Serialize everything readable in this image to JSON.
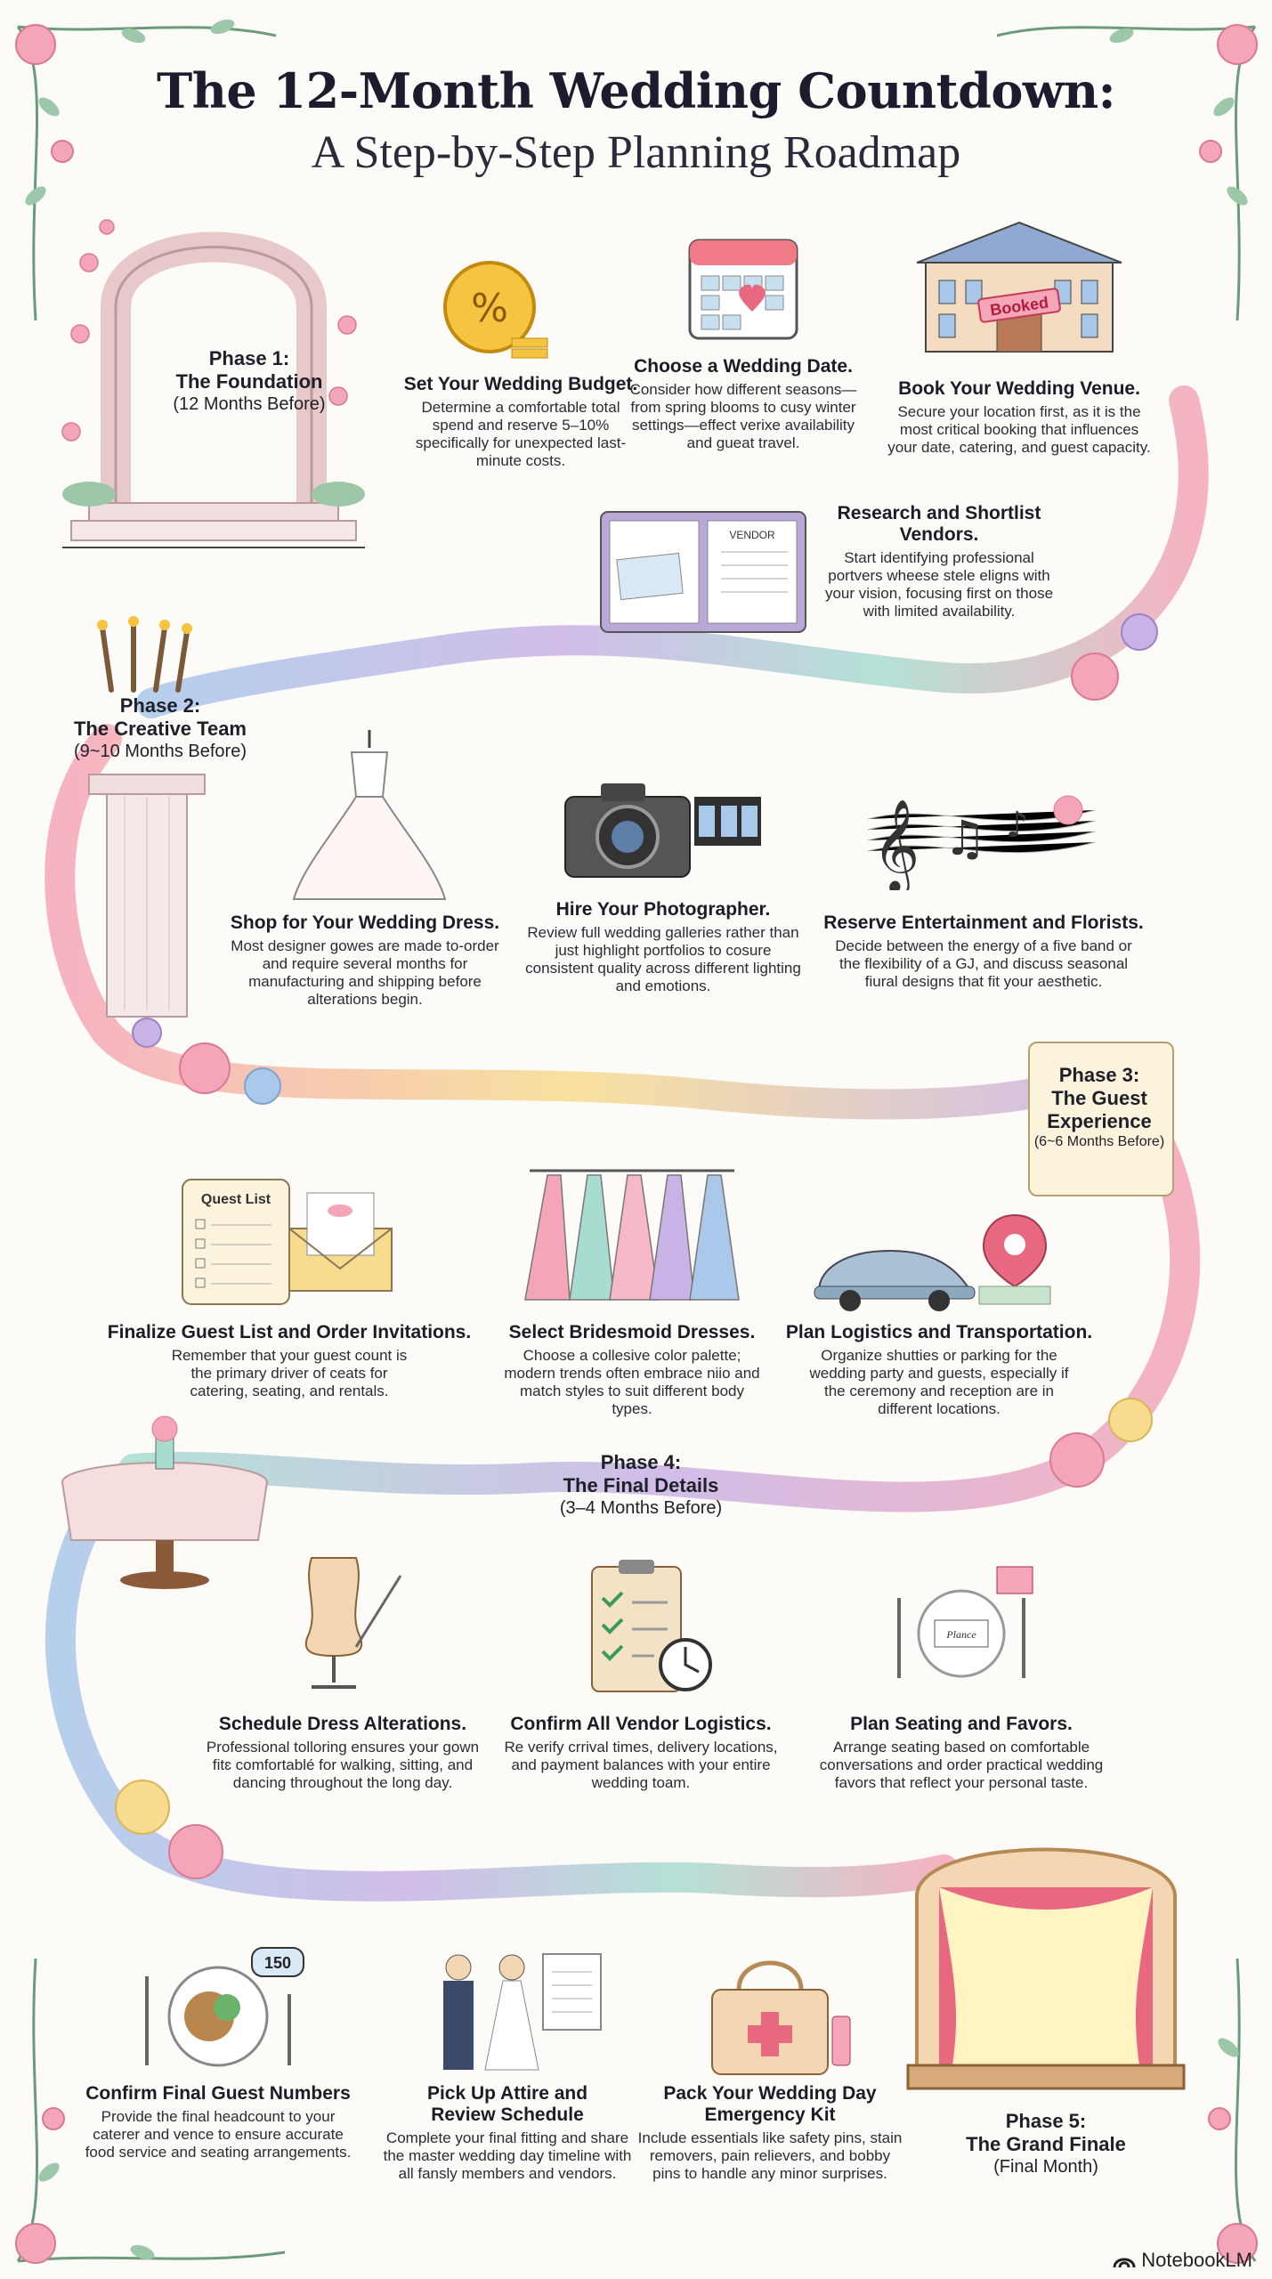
{
  "header": {
    "title": "The 12-Month Wedding Countdown:",
    "subtitle": "A Step-by-Step Planning Roadmap"
  },
  "phases": [
    {
      "title": "Phase 1:",
      "subtitle": "The Foundation",
      "when": "(12 Months Before)"
    },
    {
      "title": "Phase 2:",
      "subtitle": "The Creative Team",
      "when": "(9~10 Months Before)"
    },
    {
      "title": "Phase 3:",
      "subtitle": "The Guest Experience",
      "when": "(6~6 Months Before)"
    },
    {
      "title": "Phase 4:",
      "subtitle": "The Final Details",
      "when": "(3–4 Months Before)"
    },
    {
      "title": "Phase 5:",
      "subtitle": "The Grand Finale",
      "when": "(Final Month)"
    }
  ],
  "tasks": [
    {
      "title": "Set Your Wedding Budget.",
      "desc": "Determine a comfortable total spend and reserve 5–10% specifically for unexpected last-minute costs."
    },
    {
      "title": "Choose a Wedding Date.",
      "desc": "Consider how different seasons—from spring blooms to cusy winter settings—effect verixe availability and gueat travel."
    },
    {
      "title": "Book Your Wedding Venue.",
      "desc": "Secure your location first, as it is the most critical booking that influences your date, catering, and guest capacity."
    },
    {
      "title": "Research and Shortlist Vendors.",
      "desc": "Start identifying professional portvers wheese stele eligns with your vision, focusing first on those with limited availability."
    },
    {
      "title": "Shop for Your Wedding Dress.",
      "desc": "Most designer gowes are made to-order and require several months for manufacturing and shipping before alterations begin."
    },
    {
      "title": "Hire Your Photographer.",
      "desc": "Review full wedding galleries rather than just highlight portfolios to cosure consistent quality across different lighting and emotions."
    },
    {
      "title": "Reserve Entertainment and Florists.",
      "desc": "Decide between the energy of a five band or the flexibility of a GJ, and discuss seasonal fiural designs that fit your aesthetic."
    },
    {
      "title": "Finalize Guest List and Order Invitations.",
      "desc": "Remember that your guest count is the primary driver of ceats for catering, seating, and rentals."
    },
    {
      "title": "Select Bridesmoid Dresses.",
      "desc": "Choose a collesive color palette; modern trends often embrace niio and match styles to suit different body types."
    },
    {
      "title": "Plan Logistics and Transportation.",
      "desc": "Organize shutties or parking for the wedding party and guests, especially if the ceremony and reception are in different locations."
    },
    {
      "title": "Schedule Dress Alterations.",
      "desc": "Professional tolloring ensures your gown fitɛ comfortablé for walking, sitting, and dancing throughout the long day."
    },
    {
      "title": "Confirm All Vendor Logistics.",
      "desc": "Re verify crrival times, delivery locations, and payment balances with your entire wedding toam."
    },
    {
      "title": "Plan Seating and Favors.",
      "desc": "Arrange seating based on comfortable conversations and order practical wedding favors that reflect your personal taste."
    },
    {
      "title": "Confirm Final Guest Numbers",
      "desc": "Provide the final headcount to your caterer and vence to ensure accurate food service and seating arrangements."
    },
    {
      "title": "Pick Up Attire and Review Schedule",
      "desc": "Complete your final fitting and share the master wedding day timeline with all fansly members and vendors."
    },
    {
      "title": "Pack Your Wedding Day Emergency Kit",
      "desc": "Include essentials like safety pins, stain removers, pain relievers, and bobby pins to handle any minor surprises."
    }
  ],
  "illustration_text": {
    "booked": "Booked",
    "vendor": "VENDOR",
    "guest_list": "Quest List",
    "headcount": "150",
    "place_card": "Plance"
  },
  "branding": {
    "logo": "NotebookLM"
  },
  "colors": {
    "pink": "#f4a6b8",
    "lavender": "#c9b3e6",
    "teal": "#a8dcd0",
    "yellow": "#f7dc8f",
    "blue": "#a9c8ea"
  }
}
